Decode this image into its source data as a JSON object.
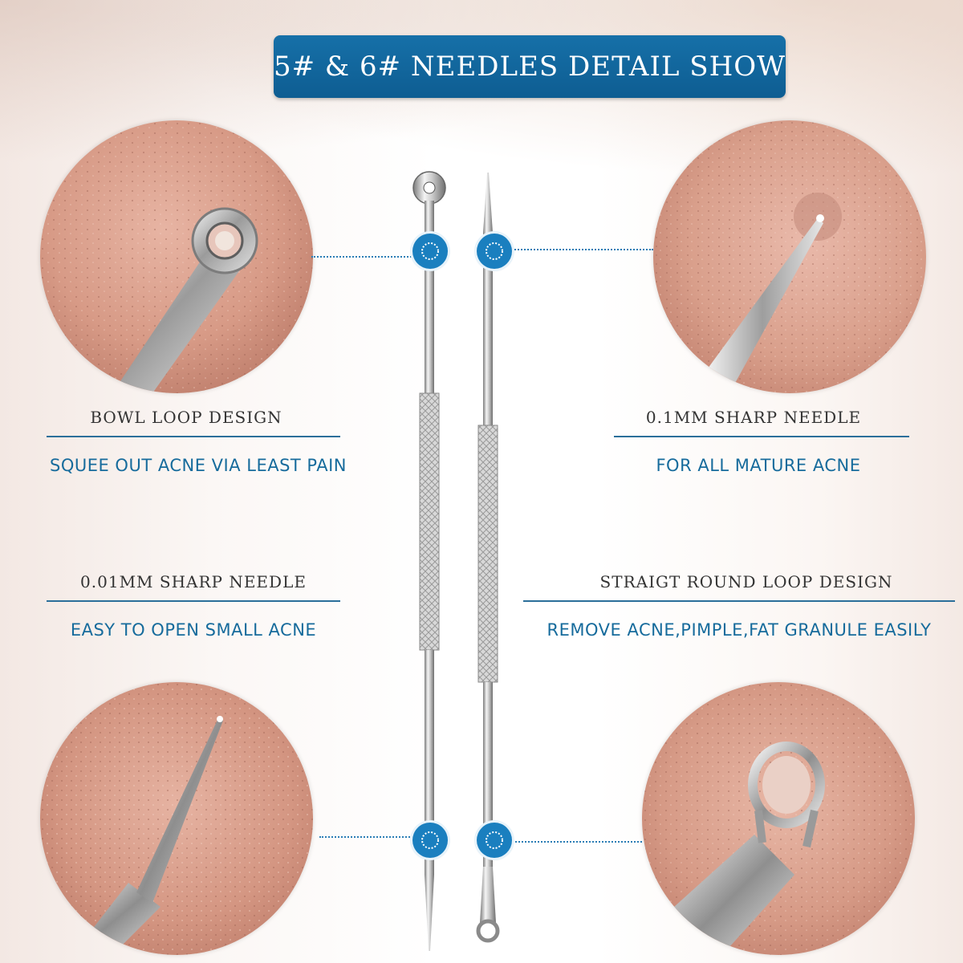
{
  "banner": {
    "title": "5# & 6# NEEDLES DETAIL SHOW"
  },
  "features": [
    {
      "heading": "BOWL LOOP DESIGN",
      "description": "SQUEE OUT ACNE VIA LEAST PAIN"
    },
    {
      "heading": "0.1MM SHARP NEEDLE",
      "description": "FOR ALL MATURE ACNE"
    },
    {
      "heading": "0.01MM SHARP NEEDLE",
      "description": "EASY TO OPEN SMALL ACNE"
    },
    {
      "heading": "STRAIGT ROUND LOOP DESIGN",
      "description": "REMOVE ACNE,PIMPLE,FAT GRANULE EASILY"
    }
  ],
  "colors": {
    "accent": "#0e5d92",
    "text_blue": "#166b9c",
    "heading": "#333333",
    "skin": "#e9b9a8"
  },
  "icons": [
    "bowl-loop-closeup",
    "sharp-needle-closeup",
    "fine-needle-closeup",
    "round-loop-closeup",
    "blue-marker-icon",
    "extractor-tool"
  ]
}
